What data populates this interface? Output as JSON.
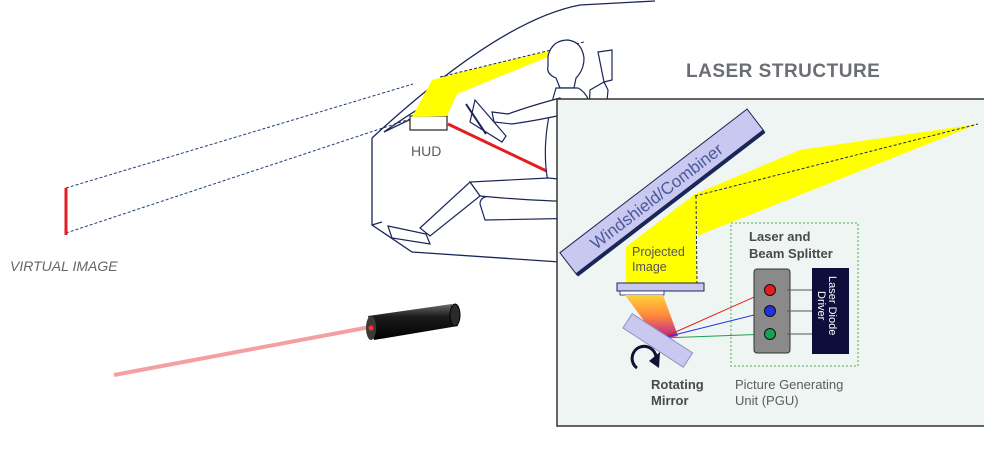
{
  "labels": {
    "title": "LASER STRUCTURE",
    "virtual_image": "VIRTUAL IMAGE",
    "hud": "HUD",
    "windshield": "Windshield/Combiner",
    "projected_line1": "Projected",
    "projected_line2": "Image",
    "laser_splitter_line1": "Laser and",
    "laser_splitter_line2": "Beam Splitter",
    "laser_driver_line1": "Laser Diode",
    "laser_driver_line2": "Driver",
    "rotating_line1": "Rotating",
    "rotating_line2": "Mirror",
    "pgu_line1": "Picture Generating",
    "pgu_line2": "Unit (PGU)"
  },
  "colors": {
    "virtual_image": "#e31d1d",
    "laser_red": "#e31d1d",
    "laser_blue": "#2233dd",
    "laser_green": "#18a055",
    "beam": "#ffff00",
    "windshield_fill": "#c8c8f0",
    "windshield_border": "#1a2657",
    "panel_fill": "#eef5f3",
    "driver_fill": "#0e0e3c",
    "pointer_beam": "#f4a0a0"
  },
  "icons": {
    "laser_pointer": "laser-pointer-icon",
    "rotation_arrow": "rotation-arrow-icon"
  }
}
